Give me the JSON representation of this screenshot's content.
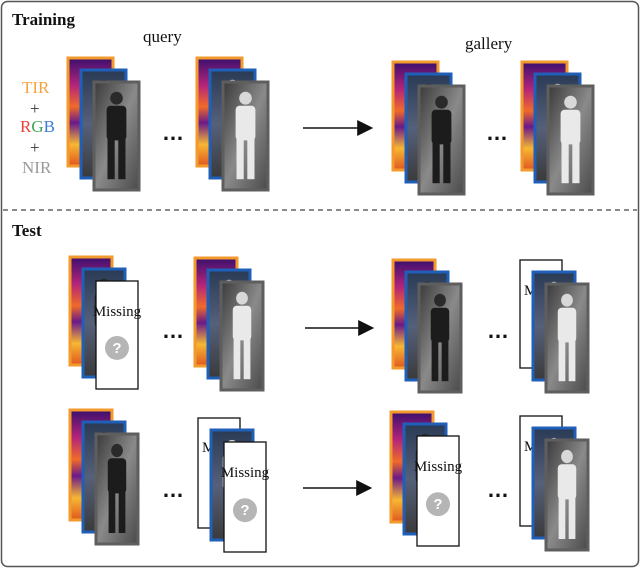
{
  "sections": {
    "training": {
      "title": "Training"
    },
    "test": {
      "title": "Test"
    }
  },
  "labels": {
    "query": "query",
    "gallery": "gallery",
    "missing": "Missing",
    "missing_partial": "M",
    "question": "?",
    "ellipsis": "…"
  },
  "modalities": {
    "tir": {
      "text": "TIR",
      "color": "#f4a340"
    },
    "plus": "+",
    "rgb": [
      {
        "ch": "R",
        "color": "#e8413a"
      },
      {
        "ch": "G",
        "color": "#3aa651"
      },
      {
        "ch": "B",
        "color": "#3d7bd9"
      }
    ],
    "nir": {
      "text": "NIR",
      "color": "#9a9a9a"
    }
  },
  "colors": {
    "tir_frame": "#f39a2c",
    "rgb_frame": "#1f5fb8",
    "nir_frame": "#5e5e5e",
    "divider": "#444444",
    "missing_circle": "#b5b5b5"
  }
}
